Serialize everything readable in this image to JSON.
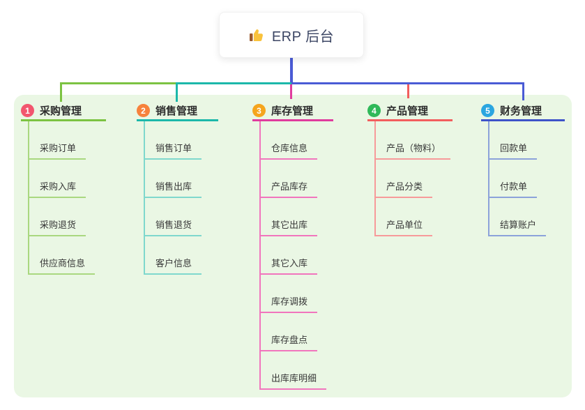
{
  "root": {
    "title": "ERP 后台",
    "icon": "thumbs-up-icon"
  },
  "container_bg": "#eaf7e4",
  "connectors": {
    "root_line": "#4a5bd5",
    "bus_left_outer": "#7cc342",
    "bus_left_inner": "#1cb8aa",
    "bus_right": "#4a5bd5",
    "drops": [
      "#7cc342",
      "#1cb8aa",
      "#e03c9e",
      "#f25e5e",
      "#4a5bd5"
    ]
  },
  "branches": [
    {
      "index": "1",
      "label": "采购管理",
      "badge_color": "#f2566e",
      "line_color": "#7cc342",
      "item_line_color": "#a9d87f",
      "items": [
        "采购订单",
        "采购入库",
        "采购退货",
        "供应商信息"
      ]
    },
    {
      "index": "2",
      "label": "销售管理",
      "badge_color": "#f7823c",
      "line_color": "#1cb8aa",
      "item_line_color": "#7fd8cd",
      "items": [
        "销售订单",
        "销售出库",
        "销售退货",
        "客户信息"
      ]
    },
    {
      "index": "3",
      "label": "库存管理",
      "badge_color": "#f5a51d",
      "line_color": "#e03c9e",
      "item_line_color": "#f175bd",
      "items": [
        "仓库信息",
        "产品库存",
        "其它出库",
        "其它入库",
        "库存调拨",
        "库存盘点",
        "出库库明细"
      ]
    },
    {
      "index": "4",
      "label": "产品管理",
      "badge_color": "#2fb959",
      "line_color": "#f25e5e",
      "item_line_color": "#f79a9a",
      "items": [
        "产品（物料）",
        "产品分类",
        "产品单位"
      ]
    },
    {
      "index": "5",
      "label": "财务管理",
      "badge_color": "#2aa6e0",
      "line_color": "#3e53c9",
      "item_line_color": "#8ca2da",
      "items": [
        "回款单",
        "付款单",
        "结算账户"
      ]
    }
  ]
}
